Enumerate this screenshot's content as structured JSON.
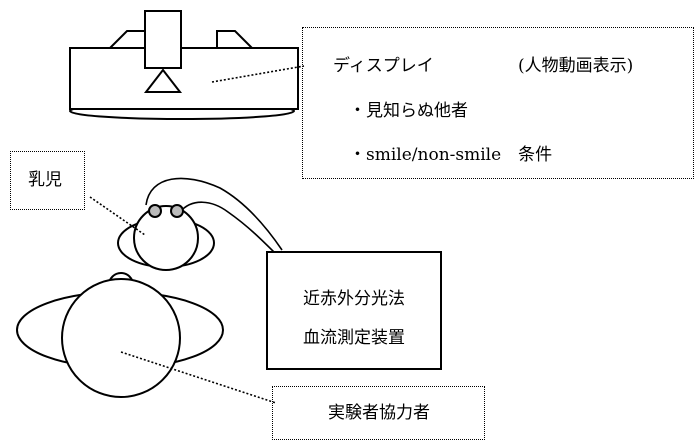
{
  "display_box": {
    "title": "ディスプレイ",
    "subtitle": "(人物動画表示)",
    "bullet1": "・見知らぬ他者",
    "bullet2": "・smile/non-smile　条件"
  },
  "infant_label": "乳児",
  "device_box": {
    "line1": "近赤外分光法",
    "line2": "血流測定装置"
  },
  "experimenter_label": "実験者協力者"
}
